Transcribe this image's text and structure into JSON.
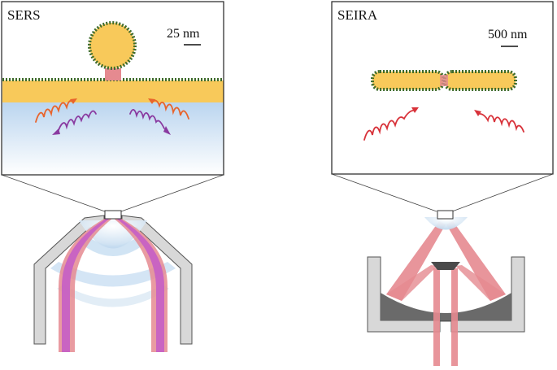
{
  "panels": [
    {
      "title": "SERS",
      "scale_label": "25 nm"
    },
    {
      "title": "SEIRA",
      "scale_label": "500 nm"
    }
  ],
  "colors": {
    "gold": "#f8c95a",
    "liquid_blue": "#c9dff2",
    "ligand_green": "#3e6b2b",
    "raman_orange": "#e8642c",
    "scattered_purple": "#8a3aa0",
    "ir_red": "#d8323a",
    "beam_pink": "#e58a90",
    "beam_magenta": "#c35bc8",
    "mirror_gray": "#6a6a6a",
    "housing_gray": "#d8d8d8"
  }
}
